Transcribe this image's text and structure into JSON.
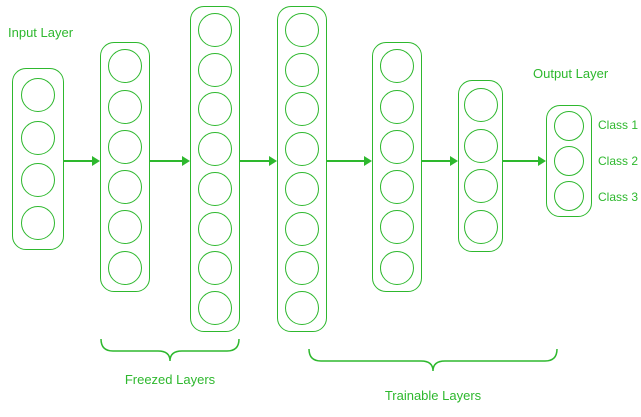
{
  "diagram": {
    "accent_color": "#2eb82e",
    "input_label": "Input Layer",
    "output_label": "Output Layer",
    "freezed_group_label": "Freezed Layers",
    "trainable_group_label": "Trainable Layers",
    "output_classes": [
      "Class 1",
      "Class 2",
      "Class 3"
    ],
    "layers": [
      {
        "id": "input-layer",
        "group": "input",
        "neurons": 4
      },
      {
        "id": "hidden-layer-1",
        "group": "freezed",
        "neurons": 6
      },
      {
        "id": "hidden-layer-2",
        "group": "freezed",
        "neurons": 8
      },
      {
        "id": "hidden-layer-3",
        "group": "trainable",
        "neurons": 8
      },
      {
        "id": "hidden-layer-4",
        "group": "trainable",
        "neurons": 6
      },
      {
        "id": "hidden-layer-5",
        "group": "trainable",
        "neurons": 4
      },
      {
        "id": "output-layer",
        "group": "output",
        "neurons": 3
      }
    ]
  }
}
